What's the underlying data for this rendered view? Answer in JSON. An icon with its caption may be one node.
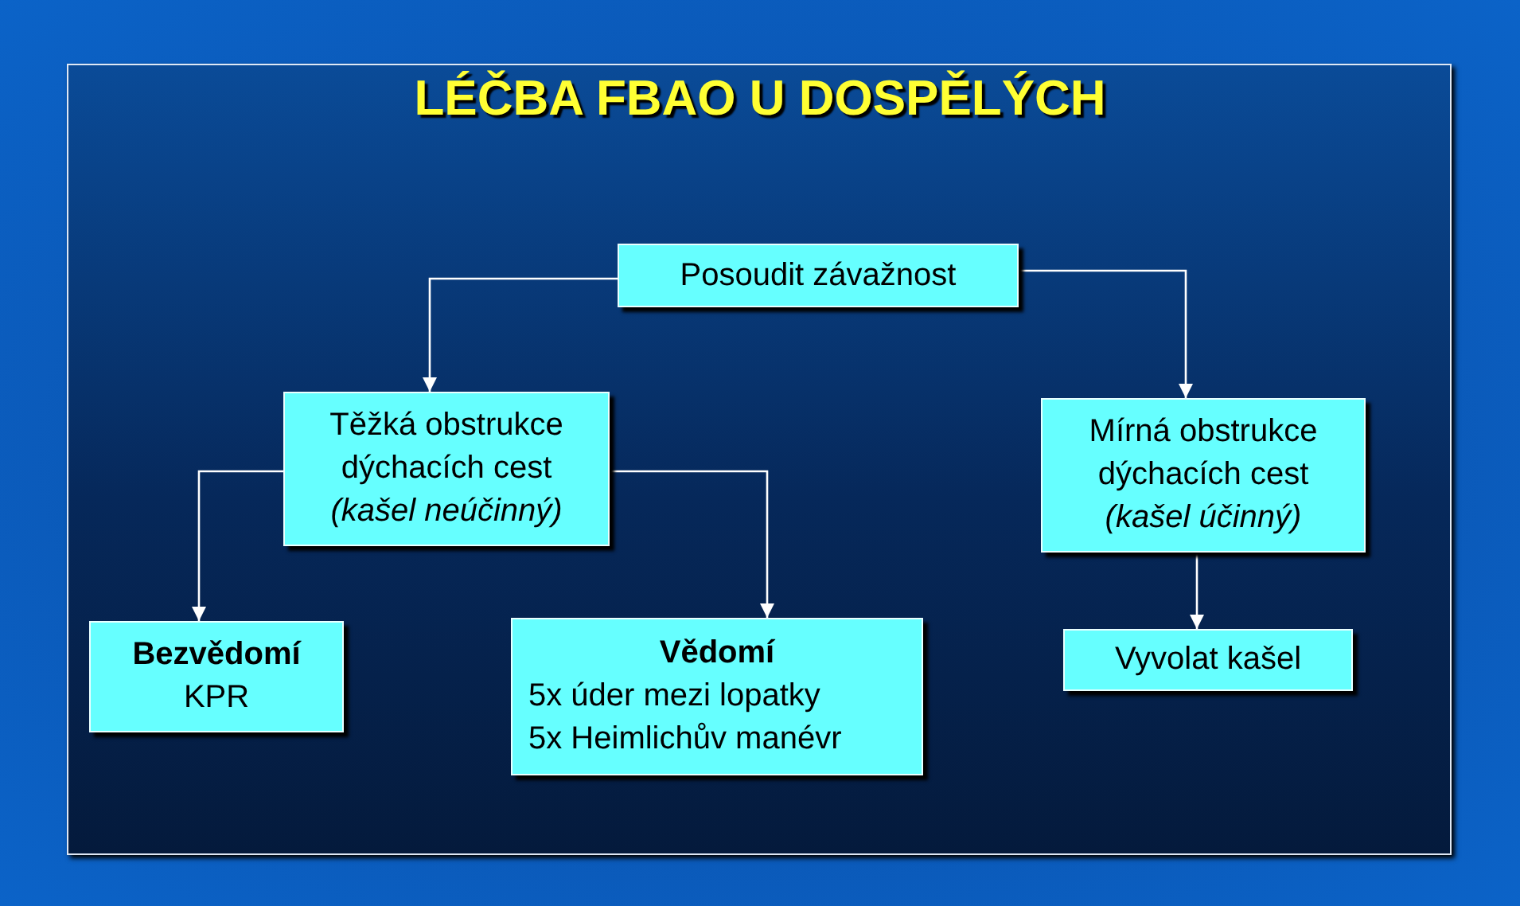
{
  "diagram": {
    "title": "LÉČBA FBAO U DOSPĚLÝCH",
    "nodes": [
      {
        "text": [
          "Posoudit závažnost"
        ]
      },
      {
        "text": [
          "Těžká obstrukce dýchacích cest",
          "(kašel neúčinný)"
        ]
      },
      {
        "text": [
          "Mírná obstrukce dýchacích cest",
          "(kašel účinný)"
        ]
      },
      {
        "text": [
          "Bezvědomí",
          "KPR"
        ]
      },
      {
        "text": [
          "Vědomí",
          "5x úder mezi lopatky",
          "5x Heimlichův manévr"
        ]
      },
      {
        "text": [
          "Vyvolat kašel"
        ]
      }
    ],
    "edges": [
      {
        "from": 0,
        "to": 1,
        "arrow": "to"
      },
      {
        "from": 0,
        "to": 2,
        "arrow": "to"
      },
      {
        "from": 1,
        "to": 3,
        "arrow": "to"
      },
      {
        "from": 1,
        "to": 4,
        "arrow": "to"
      },
      {
        "from": 2,
        "to": 5,
        "arrow": "to"
      }
    ]
  }
}
